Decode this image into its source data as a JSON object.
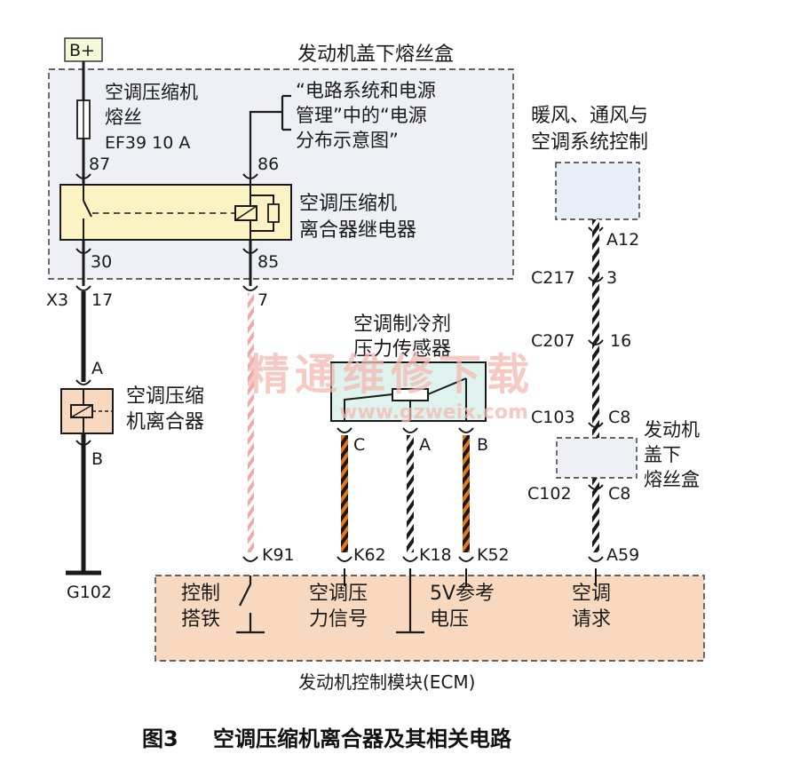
{
  "battery_label": "B+",
  "fusebox": {
    "title": "发动机盖下熔丝盒",
    "fuse_name": [
      "空调压缩机",
      "熔丝"
    ],
    "fuse_id": "EF39 10 A",
    "ref_note": [
      "“电路系统和电源",
      "管理”中的“电源",
      "分布示意图”"
    ],
    "pin_87": "87",
    "pin_86": "86",
    "pin_30": "30",
    "pin_85": "85",
    "relay_name": [
      "空调压缩机",
      "离合器继电器"
    ]
  },
  "connector_x3": {
    "name": "X3",
    "pin_a": "17",
    "pin_b": "7"
  },
  "clutch": {
    "pin_top": "A",
    "pin_bottom": "B",
    "name": [
      "空调压缩",
      "机离合器"
    ]
  },
  "ground": "G102",
  "sensor": {
    "name": [
      "空调制冷剂",
      "压力传感器"
    ],
    "pin_c": "C",
    "pin_a": "A",
    "pin_b": "B"
  },
  "hvac": {
    "name": [
      "暖风、通风与",
      "空调系统控制"
    ],
    "pin": "A12"
  },
  "connectors": [
    {
      "name": "C217",
      "pin": "3"
    },
    {
      "name": "C207",
      "pin": "16"
    },
    {
      "name": "C103",
      "pin": "C8"
    },
    {
      "name": "C102",
      "pin": "C8"
    }
  ],
  "fusebox2": {
    "name": [
      "发动机",
      "盖下",
      "熔丝盒"
    ]
  },
  "ecm": {
    "title": "发动机控制模块(ECM)",
    "pins": [
      "K91",
      "K62",
      "K18",
      "K52",
      "A59"
    ],
    "labels": [
      [
        "控制",
        "搭铁"
      ],
      [
        "空调压",
        "力信号"
      ],
      [
        "5V参考",
        "电压"
      ],
      [
        "空调",
        "请求"
      ]
    ]
  },
  "watermark": {
    "main": "精通维修下载",
    "url": "www.gzweix.com"
  },
  "caption": {
    "fig": "图3",
    "text": "空调压缩机离合器及其相关电路"
  },
  "colors": {
    "box_fill": "#efeff6",
    "relay_fill": "#fbf3c4",
    "ecm_fill": "#f8d9c0",
    "sensor_fill": "#dff3ee",
    "wire_orange": "#e8741c",
    "wire_pink": "#f1a7a4"
  }
}
